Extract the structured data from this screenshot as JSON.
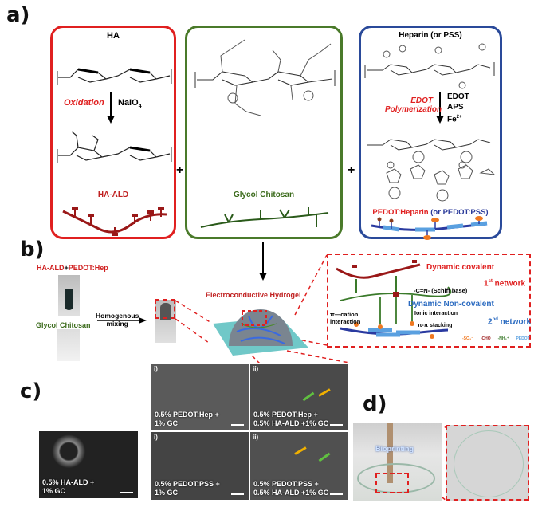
{
  "panels": {
    "a": "a)",
    "b": "b)",
    "c": "c)",
    "d": "d)"
  },
  "panel_a": {
    "ha": {
      "title": "HA",
      "reaction": "Oxidation",
      "reagent": "NaIO",
      "reagent_sub": "4",
      "product": "HA-ALD",
      "color": "#e02020"
    },
    "gc": {
      "product": "Glycol Chitosan",
      "color": "#4a7a2a"
    },
    "hep": {
      "title": "Heparin (or PSS)",
      "reaction_1": "EDOT",
      "reaction_2": "Polymerization",
      "reagents": [
        "EDOT",
        "APS",
        "Fe"
      ],
      "fe_sup": "2+",
      "product_red": "PEDOT:Heparin",
      "product_blue": "(or PEDOT:PSS)",
      "color": "#2a4a9a"
    },
    "plus": "+"
  },
  "panel_b": {
    "haald": "HA-ALD",
    "plus": "+",
    "pedot": "PEDOT:Hep",
    "gc": "Glycol Chitosan",
    "mix_1": "Homogenous",
    "mix_2": "mixing",
    "hydrogel": "Electroconductive Hydrogel",
    "network": {
      "covalent": "Dynamic covalent",
      "schiff": "-C=N-  (Schiff base)",
      "first": "1",
      "first_sup": "st",
      "first_rest": " network",
      "noncovalent": "Dynamic  Non-covalent",
      "ionic": "Ionic interaction",
      "pi_cation_1": "π—cation",
      "pi_cation_2": "interaction",
      "pi_stack": "π-π stacking",
      "second": "2",
      "second_sup": "nd",
      "second_rest": " network",
      "legend": [
        "-SO₃⁻",
        "-CHO",
        "-NH₃⁺",
        "PEDOT"
      ]
    }
  },
  "panel_c": {
    "main": "0.5% HA-ALD +\n1% GC",
    "grid": [
      {
        "num": "i)",
        "cap1": "0.5% PEDOT:Hep +",
        "cap2": "1% GC"
      },
      {
        "num": "ii)",
        "cap1": "0.5% PEDOT:Hep +",
        "cap2": "0.5% HA-ALD +1% GC"
      },
      {
        "num": "i)",
        "cap1": "0.5% PEDOT:PSS +",
        "cap2": "1% GC"
      },
      {
        "num": "ii)",
        "cap1": "0.5% PEDOT:PSS +",
        "cap2": "0.5% HA-ALD +1% GC"
      }
    ]
  },
  "panel_d": {
    "label": "Bioprinting"
  }
}
